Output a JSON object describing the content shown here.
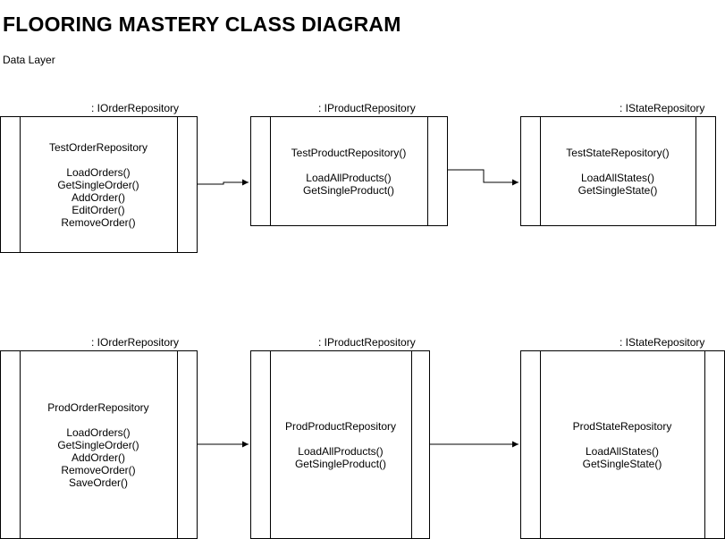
{
  "title": "FLOORING MASTERY CLASS DIAGRAM",
  "subtitle": "Data Layer",
  "rows": [
    {
      "classes": [
        {
          "interface": ": IOrderRepository",
          "name": "TestOrderRepository",
          "methods": [
            "LoadOrders()",
            "GetSingleOrder()",
            "AddOrder()",
            "EditOrder()",
            "RemoveOrder()"
          ]
        },
        {
          "interface": ": IProductRepository",
          "name": "TestProductRepository()",
          "methods": [
            "LoadAllProducts()",
            "GetSingleProduct()"
          ]
        },
        {
          "interface": ": IStateRepository",
          "name": "TestStateRepository()",
          "methods": [
            "LoadAllStates()",
            "GetSingleState()"
          ]
        }
      ]
    },
    {
      "classes": [
        {
          "interface": ": IOrderRepository",
          "name": "ProdOrderRepository",
          "methods": [
            "LoadOrders()",
            "GetSingleOrder()",
            "AddOrder()",
            "RemoveOrder()",
            "SaveOrder()"
          ]
        },
        {
          "interface": ": IProductRepository",
          "name": "ProdProductRepository",
          "methods": [
            "LoadAllProducts()",
            "GetSingleProduct()"
          ]
        },
        {
          "interface": ": IStateRepository",
          "name": "ProdStateRepository",
          "methods": [
            "LoadAllStates()",
            "GetSingleState()"
          ]
        }
      ]
    }
  ]
}
